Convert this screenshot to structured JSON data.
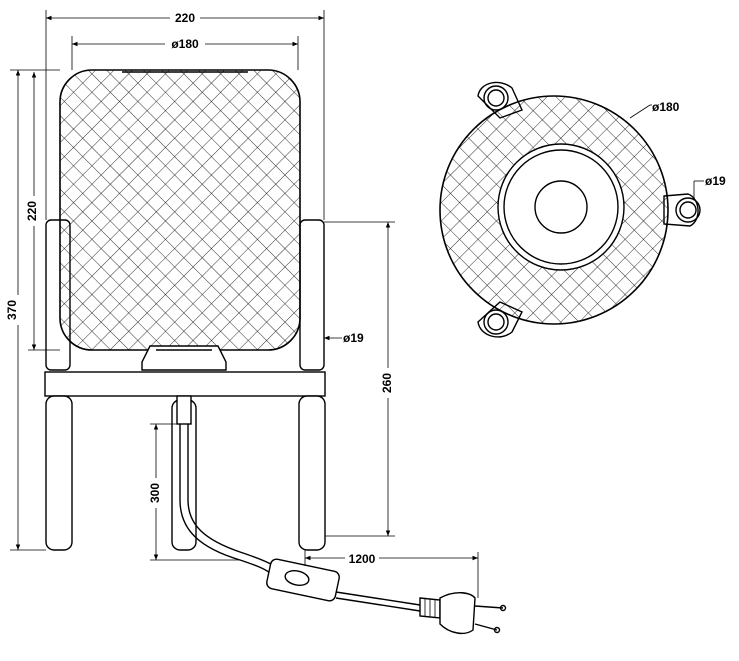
{
  "dimensions": {
    "top_width": "220",
    "shade_diameter": "ø180",
    "total_height": "370",
    "shade_height": "220",
    "leg_height": "260",
    "leg_diameter": "ø19",
    "cord_drop": "300",
    "cord_length": "1200",
    "top_view_diameter": "ø180",
    "top_view_leg_diameter": "ø19"
  }
}
